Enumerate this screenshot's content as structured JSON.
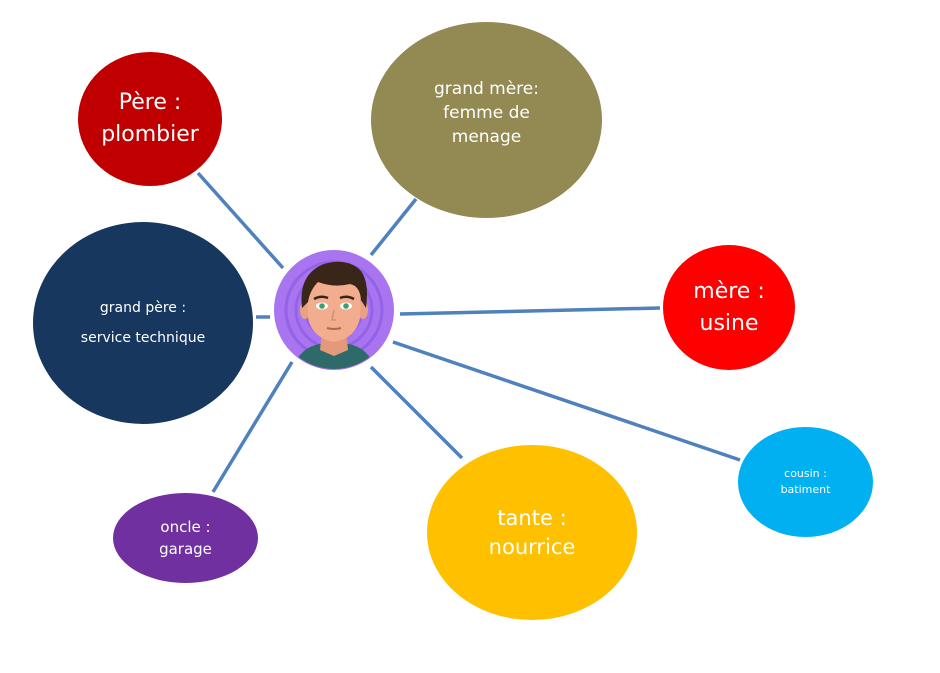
{
  "diagram": {
    "center": {
      "label": "person-avatar"
    },
    "line_color": "#4f81bd",
    "nodes": [
      {
        "id": "pere",
        "line1": "Père :",
        "line2": "plombier",
        "color": "#c00000"
      },
      {
        "id": "grandmere",
        "line1": "grand mère:",
        "line2": "femme de",
        "line3": "menage",
        "color": "#938953"
      },
      {
        "id": "grandpere",
        "line1": "grand père :",
        "line2": "service technique",
        "color": "#17375e"
      },
      {
        "id": "mere",
        "line1": "mère :",
        "line2": "usine",
        "color": "#ff0000"
      },
      {
        "id": "cousin",
        "line1": "cousin :",
        "line2": "batiment",
        "color": "#00b0f0"
      },
      {
        "id": "tante",
        "line1": "tante :",
        "line2": "nourrice",
        "color": "#ffc000"
      },
      {
        "id": "oncle",
        "line1": "oncle :",
        "line2": "garage",
        "color": "#7030a0"
      }
    ]
  }
}
